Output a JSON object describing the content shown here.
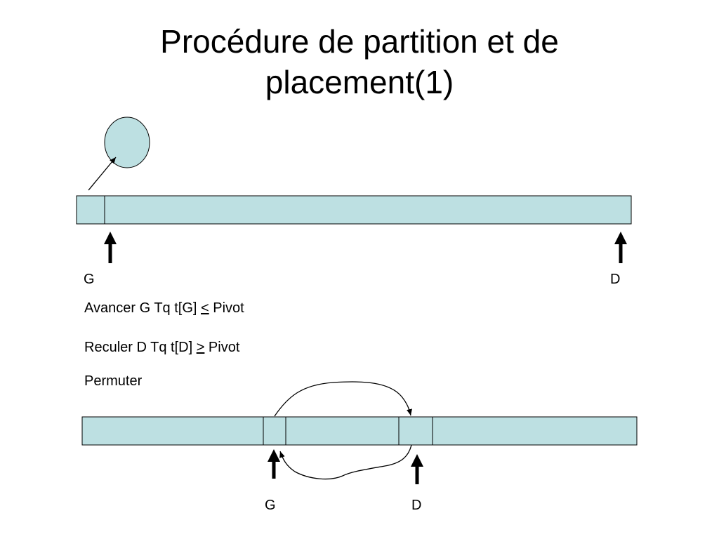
{
  "title": {
    "line1": "Procédure de partition et de",
    "line2": "placement(1)"
  },
  "colors": {
    "cell_fill": "#bde0e2",
    "stroke": "#000000",
    "background": "#ffffff"
  },
  "top_array": {
    "pointer_left": "G",
    "pointer_right": "D"
  },
  "steps": [
    {
      "before": "Avancer G Tq t[G] ",
      "op": "<",
      "after": " Pivot"
    },
    {
      "before": "Reculer D Tq t[D] ",
      "op": ">",
      "after": " Pivot"
    },
    {
      "before": "Permuter",
      "op": "",
      "after": ""
    }
  ],
  "bottom_array": {
    "pointer_left": "G",
    "pointer_right": "D"
  }
}
